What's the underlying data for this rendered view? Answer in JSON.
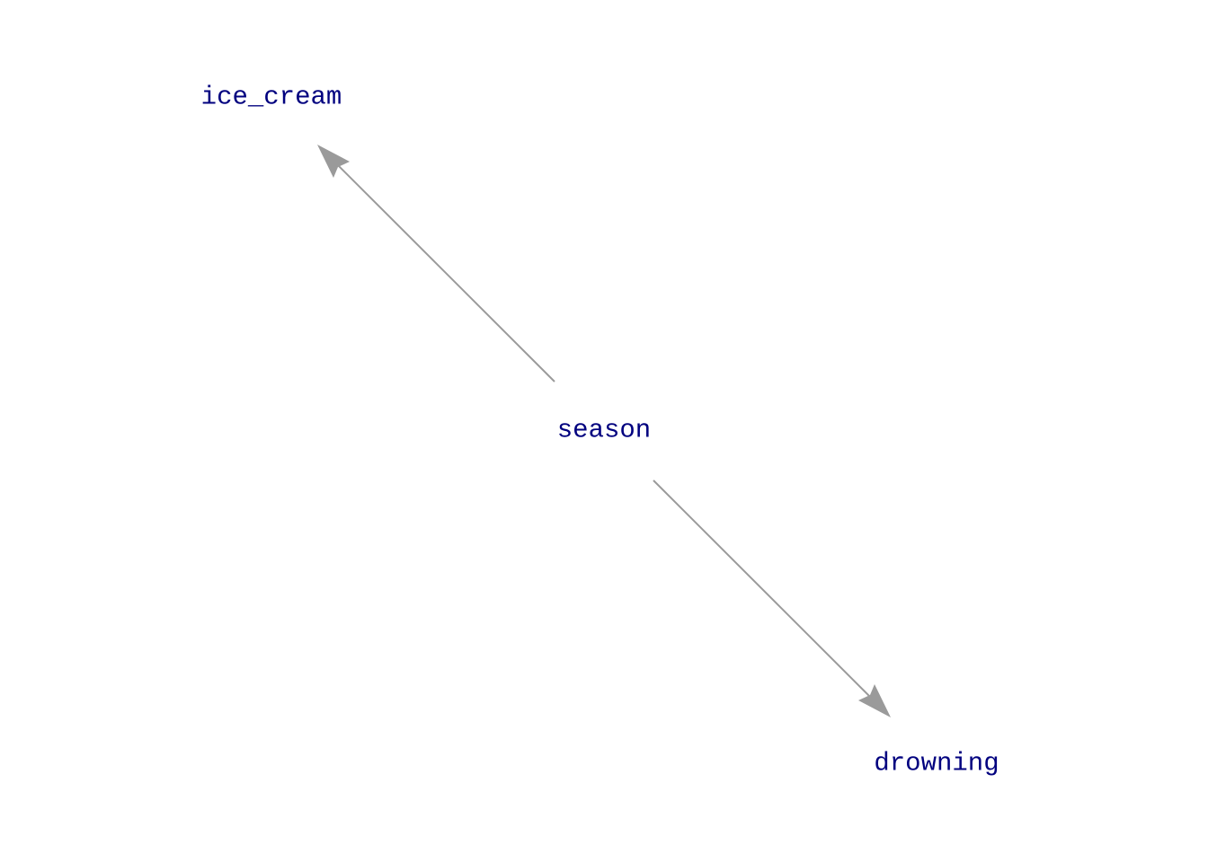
{
  "diagram": {
    "type": "directed-graph",
    "colors": {
      "node_text": "#00007f",
      "edge": "#9a9a9a",
      "background": "#ffffff"
    },
    "nodes": [
      {
        "id": "season",
        "label": "season"
      },
      {
        "id": "ice_cream",
        "label": "ice_cream"
      },
      {
        "id": "drowning",
        "label": "drowning"
      }
    ],
    "edges": [
      {
        "from": "season",
        "to": "ice_cream"
      },
      {
        "from": "season",
        "to": "drowning"
      }
    ]
  }
}
